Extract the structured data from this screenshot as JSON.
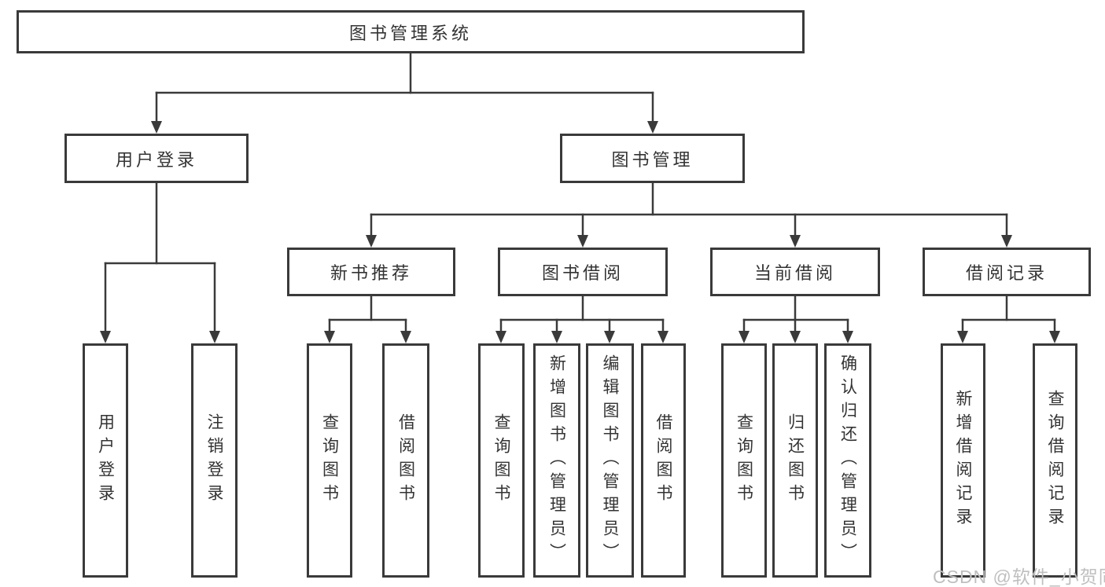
{
  "diagram": {
    "root": "图书管理系统",
    "level2": [
      "用户登录",
      "图书管理"
    ],
    "level3": [
      "新书推荐",
      "图书借阅",
      "当前借阅",
      "借阅记录"
    ],
    "leaves": [
      "用户登录",
      "注销登录",
      "查询图书",
      "借阅图书",
      "查询图书",
      "新增图书（管理员）",
      "编辑图书（管理员）",
      "借阅图书",
      "查询图书",
      "归还图书",
      "确认归还（管理员）",
      "新增借阅记录",
      "查询借阅记录"
    ]
  },
  "watermark": "CSDN @软件_小贺同学",
  "colors": {
    "line": "#3a3a3a",
    "text": "#333333",
    "watermark": "#bfbfbf",
    "background": "#ffffff"
  }
}
